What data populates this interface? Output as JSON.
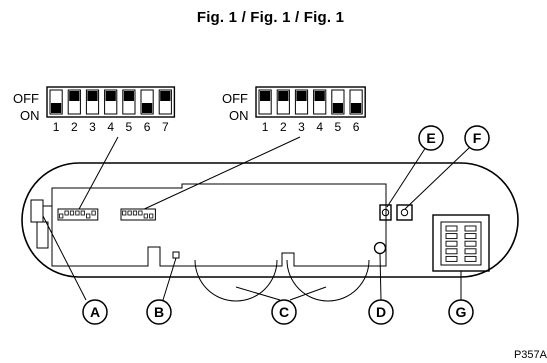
{
  "title": "Fig. 1 / Fig. 1 / Fig. 1",
  "reference": "P357A",
  "switch_bank_left": {
    "off_label": "OFF",
    "on_label": "ON",
    "numbers": [
      "1",
      "2",
      "3",
      "4",
      "5",
      "6",
      "7"
    ],
    "states": [
      "ON",
      "OFF",
      "OFF",
      "OFF",
      "OFF",
      "ON",
      "OFF"
    ]
  },
  "switch_bank_right": {
    "off_label": "OFF",
    "on_label": "ON",
    "numbers": [
      "1",
      "2",
      "3",
      "4",
      "5",
      "6"
    ],
    "states": [
      "OFF",
      "OFF",
      "OFF",
      "OFF",
      "ON",
      "ON"
    ]
  },
  "callouts": {
    "A": "A",
    "B": "B",
    "C": "C",
    "D": "D",
    "E": "E",
    "F": "F",
    "G": "G"
  }
}
